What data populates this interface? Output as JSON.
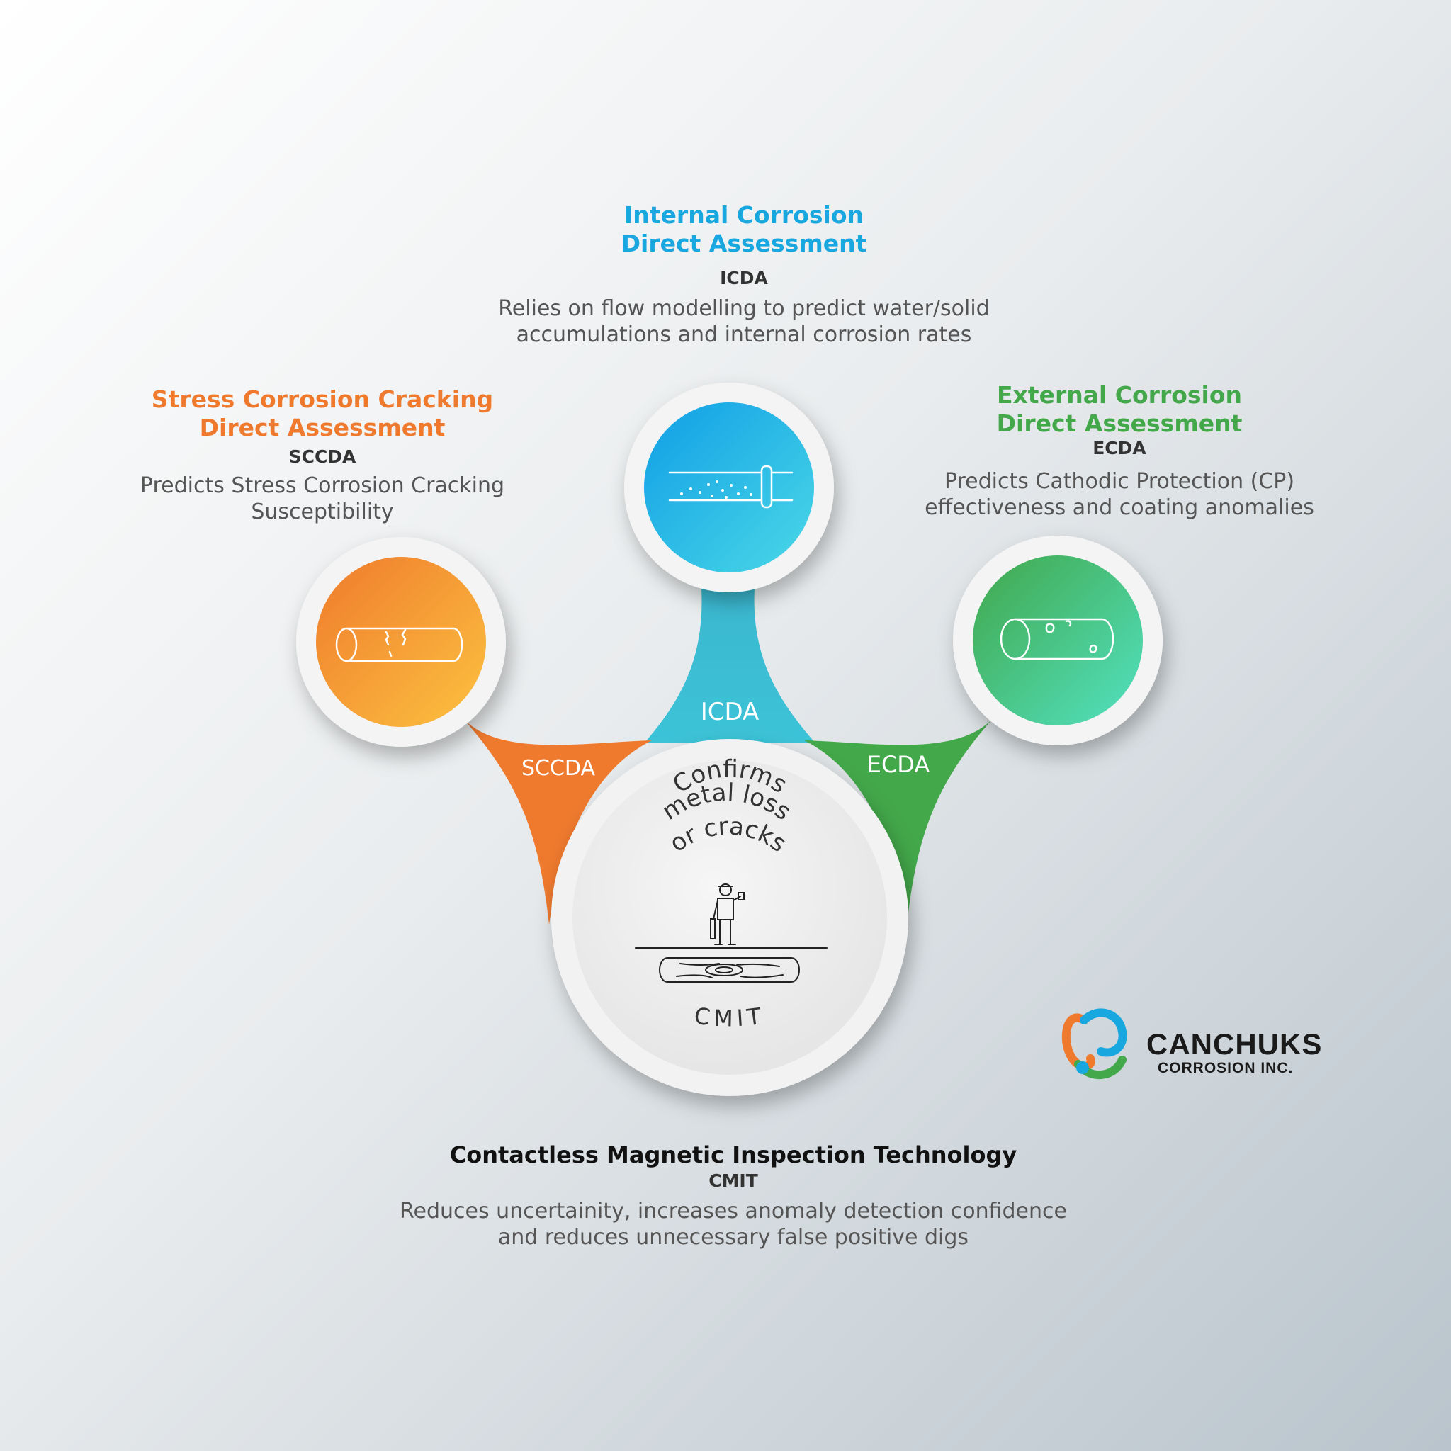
{
  "colors": {
    "icda": "#19a7e0",
    "sccda": "#ef7a2e",
    "ecda": "#43a84a",
    "title_dark": "#111111"
  },
  "icda": {
    "title_line1": "Internal Corrosion",
    "title_line2": "Direct Assessment",
    "abbr": "ICDA",
    "desc_line1": "Relies on flow modelling to predict water/solid",
    "desc_line2": "accumulations and internal corrosion rates",
    "branch_label": "ICDA",
    "icon": "pipe-flow-icon"
  },
  "sccda": {
    "title_line1": "Stress Corrosion Cracking",
    "title_line2": "Direct Assessment",
    "abbr": "SCCDA",
    "desc_line1": "Predicts Stress Corrosion Cracking",
    "desc_line2": "Susceptibility",
    "branch_label": "SCCDA",
    "icon": "cracked-pipe-icon"
  },
  "ecda": {
    "title_line1": "External Corrosion",
    "title_line2": "Direct Assessment",
    "abbr": "ECDA",
    "desc_line1": "Predicts Cathodic Protection (CP)",
    "desc_line2": "effectiveness and coating anomalies",
    "branch_label": "ECDA",
    "icon": "corroded-pipe-icon"
  },
  "center": {
    "arc_line1": "Confirms",
    "arc_line2": "metal loss",
    "arc_line3": "or cracks",
    "label": "CMIT",
    "icon": "inspector-over-pipe-icon"
  },
  "cmit": {
    "title": "Contactless Magnetic Inspection Technology",
    "abbr": "CMIT",
    "desc_line1": "Reduces uncertainity, increases anomaly detection confidence",
    "desc_line2": "and reduces unnecessary false positive digs"
  },
  "logo": {
    "name": "CANCHUKS",
    "sub": "CORROSION INC."
  }
}
